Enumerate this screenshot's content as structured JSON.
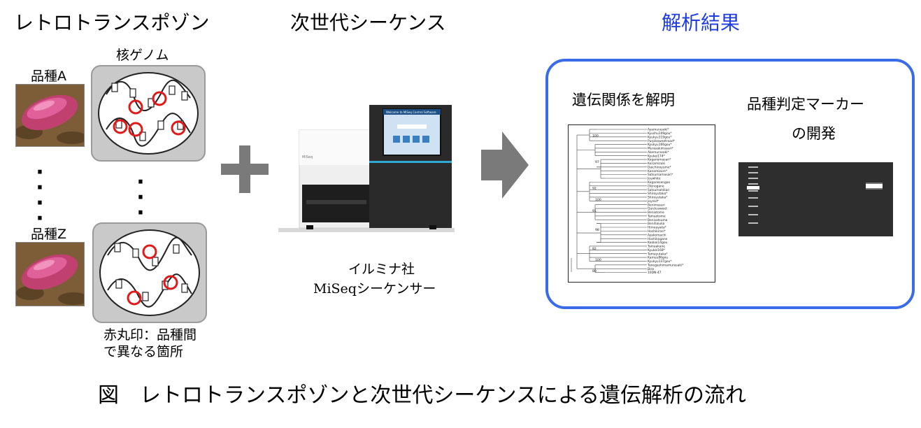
{
  "titles": {
    "left": "レトロトランスポゾン",
    "middle": "次世代シーケンス",
    "right": "解析結果",
    "right_color": "#1f3de0"
  },
  "genome": {
    "label": "核ゲノム",
    "variety_a": "品種A",
    "variety_z": "品種Z",
    "marker_color": "#e01a1a"
  },
  "legend": {
    "line1": "赤丸印：品種間",
    "line2": "で異なる箇所"
  },
  "sequencer": {
    "line1": "イルミナ社",
    "line2": "MiSeqシーケンサー",
    "screen_text": "Welcome to MiSeq Control Software",
    "brand": "MiSeq"
  },
  "results": {
    "tree_title": "遺伝関係を解明",
    "marker_title_line1": "品種判定マーカー",
    "marker_title_line2": "の開発",
    "border_color": "#3a6be8",
    "tree_labels": [
      "Ayamurasaki*",
      "Kyushu109gou*",
      "Kyukyu119gou*",
      "Purplesweetroad*",
      "Kyukyu166gou*",
      "Murasakimasari*",
      "Akemurasaki*",
      "Kyukei174*",
      "Koganemasari*",
      "Konamizuki",
      "Daichinoyume*",
      "Kanamizure*",
      "Satsumamasari*",
      "Joywhite",
      "Koganesengan",
      "Okinogane",
      "Satsumahikari",
      "Shiroyutaka*",
      "Shiroyutaka*",
      "Joyred*",
      "Benimasari",
      "Quickssweet",
      "Beniotome",
      "Tamaotome",
      "Benisatsuma",
      "Benihaiuka",
      "Himeayaka*",
      "Hoshikirari*",
      "Ayakomachi",
      "Hoshikogane",
      "Kaokei14gou",
      "Tamaakane",
      "Kyukei168*",
      "Tamayutaka*",
      "Kamuu86gou",
      "Kyukyu137gou*",
      "Tanegashimamurasaki*",
      "Bise",
      "10DN-47"
    ],
    "bootstrap": [
      "100",
      "97",
      "92",
      "100",
      "91",
      "98",
      "82",
      "100",
      "80"
    ]
  },
  "caption": "図　レトロトランスポゾンと次世代シーケンスによる遺伝解析の流れ"
}
